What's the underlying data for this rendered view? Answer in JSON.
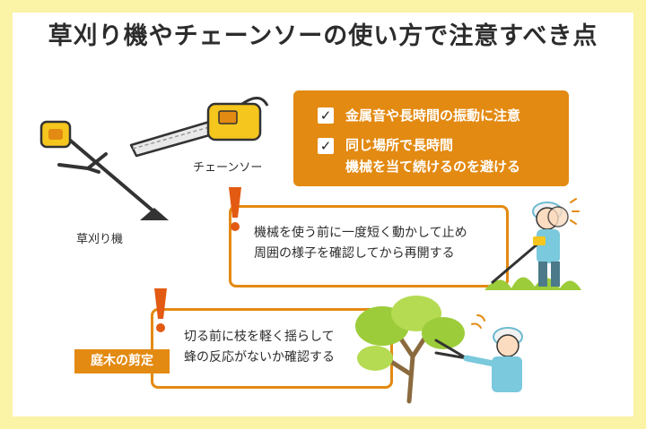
{
  "title": "草刈り機やチェーンソーの使い方で注意すべき点",
  "labels": {
    "mower": "草刈り機",
    "chainsaw": "チェーンソー"
  },
  "checklist": [
    {
      "check": "✓",
      "lines": [
        "金属音や長時間の振動に注意"
      ]
    },
    {
      "check": "✓",
      "lines": [
        "同じ場所で長時間",
        "機械を当て続けるのを避ける"
      ]
    }
  ],
  "warning1": {
    "lines": [
      "機械を使う前に一度短く動かして止め",
      "周囲の様子を確認してから再開する"
    ]
  },
  "warning2": {
    "tag": "庭木の剪定",
    "lines": [
      "切る前に枝を軽く揺らして",
      "蜂の反応がないか確認する"
    ]
  },
  "colors": {
    "accent": "#e38a12",
    "frame": "#fbf3a6",
    "yellow": "#f5c61d",
    "leaf": "#9ccc3a"
  }
}
